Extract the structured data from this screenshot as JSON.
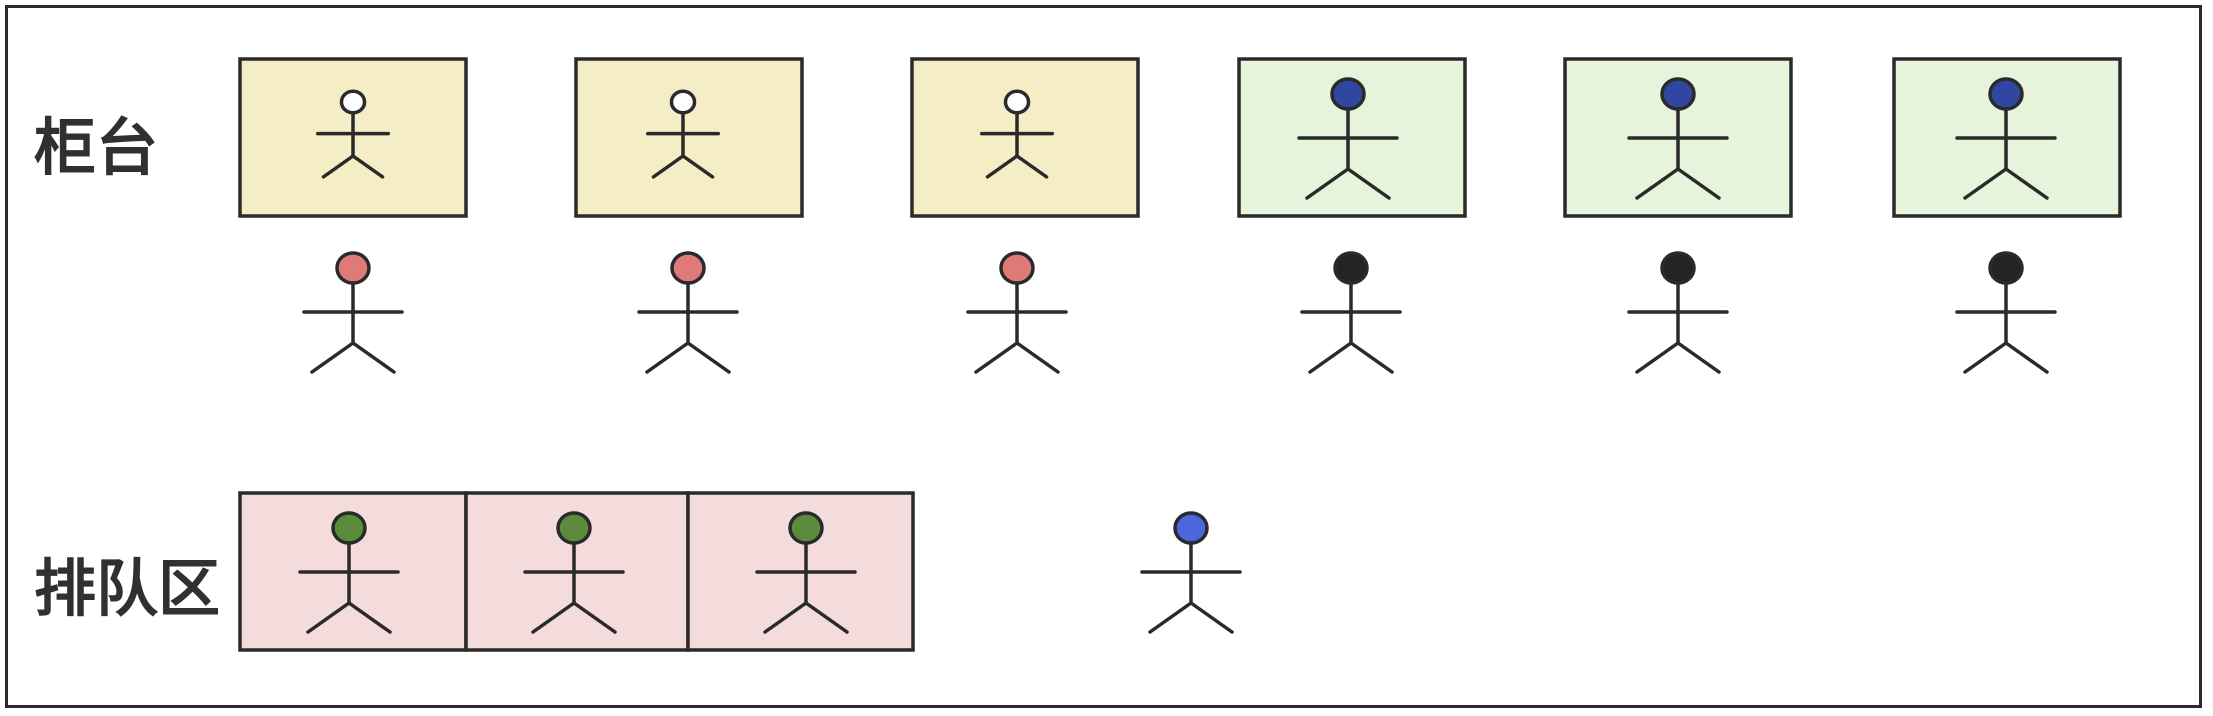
{
  "labels": {
    "counter": "柜台",
    "queue": "排队区"
  },
  "colors": {
    "stroke": "#2a2a2a",
    "counter_box_fill": "#f5edc6",
    "counter_box_active_fill": "#e6f4db",
    "queue_box_fill": "#f4dcdc",
    "clerk_idle_head": "#ffffff",
    "clerk_active_head": "#2f47a0",
    "customer_waiting_head": "#e07a78",
    "customer_served_head": "#242424",
    "queue_person_head": "#5b8c3c",
    "arriving_person_head": "#4a68dc"
  },
  "counters": [
    {
      "state": "idle"
    },
    {
      "state": "idle"
    },
    {
      "state": "idle"
    },
    {
      "state": "active"
    },
    {
      "state": "active"
    },
    {
      "state": "active"
    }
  ],
  "counter_customers": [
    {
      "state": "waiting"
    },
    {
      "state": "waiting"
    },
    {
      "state": "waiting"
    },
    {
      "state": "served"
    },
    {
      "state": "served"
    },
    {
      "state": "served"
    }
  ],
  "queue_slots": [
    {
      "occupied": true
    },
    {
      "occupied": true
    },
    {
      "occupied": true
    }
  ],
  "arriving_people": 1
}
